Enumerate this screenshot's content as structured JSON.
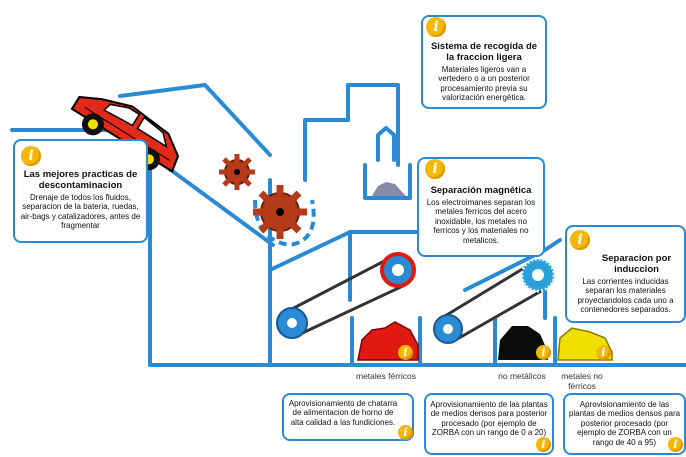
{
  "colors": {
    "accent": "#2a8ad4",
    "info": "#f5b800",
    "car": "#e02a1a",
    "scrap_red": "#e01a10",
    "scrap_black": "#0b0b0b",
    "scrap_yellow": "#f0e000"
  },
  "info_glyph": "i",
  "boxes": {
    "descontaminacion": {
      "title": "Las mejores practicas de descontaminacion",
      "body": "Drenaje de todos los fluidos, separacion de la bateria, ruedas, air-bags y catalizadores, antes de fragmentar"
    },
    "fraccion_ligera": {
      "title": "Sistema de recogida de la fraccion ligera",
      "body": "Materiales ligeros van a vertedero o a un posterior procesamiento previa su valorización energética."
    },
    "separacion_magnetica": {
      "title": "Separación magnética",
      "body": "Los electroimanes separan los metales ferricos del acero inoxidable, los metales no ferricos y los materiales no metalicos."
    },
    "separacion_induccion": {
      "title": "Separacion por induccion",
      "body": "Las corrientes inducidas separan los materiales proyectandolos cada uno a contenedores separados."
    },
    "ferricos_info": {
      "body": "Aprovisionamiento de chatarra de alimentacion de horno de alta calidad a las fundiciones."
    },
    "no_metalicos_info": {
      "body": "Aprovisionamiento de las plantas de medios densos para posterior procesado (por ejemplo de ZORBA con un rango de 0 a 20)"
    },
    "no_ferricos_info": {
      "body": "Aprovisionamiento de las plantas de medios densos para posterior procesado (por ejemplo de ZORBA con un rango de 40 a 95)"
    }
  },
  "bins": {
    "ferricos": "metales férricos",
    "no_metalicos": "no metálicos",
    "no_ferricos": "metales no férricos"
  }
}
